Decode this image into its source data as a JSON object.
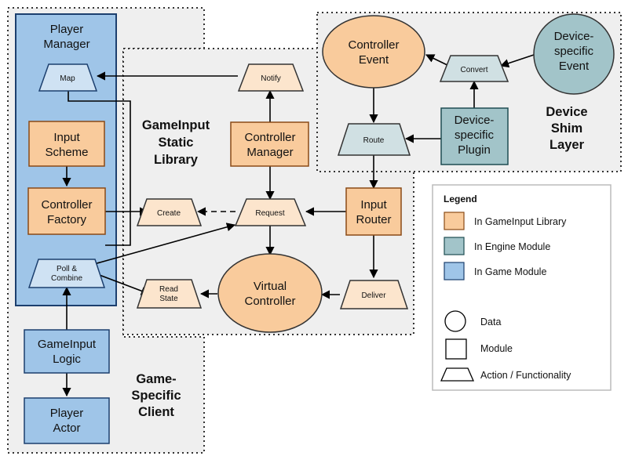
{
  "regions": {
    "game_client": [
      "Game-",
      "Specific",
      "Client"
    ],
    "static_lib": [
      "GameInput",
      "Static",
      "Library"
    ],
    "device_shim": [
      "Device",
      "Shim",
      "Layer"
    ]
  },
  "modules": {
    "player_manager": [
      "Player",
      "Manager"
    ],
    "input_scheme": [
      "Input",
      "Scheme"
    ],
    "controller_factory": [
      "Controller",
      "Factory"
    ],
    "gameinput_logic": [
      "GameInput",
      "Logic"
    ],
    "player_actor": [
      "Player",
      "Actor"
    ],
    "controller_manager": [
      "Controller",
      "Manager"
    ],
    "input_router": [
      "Input",
      "Router"
    ],
    "device_plugin": [
      "Device-",
      "specific",
      "Plugin"
    ]
  },
  "data_nodes": {
    "controller_event": [
      "Controller",
      "Event"
    ],
    "device_event": [
      "Device-",
      "specific",
      "Event"
    ],
    "virtual_controller": [
      "Virtual",
      "Controller"
    ]
  },
  "actions": {
    "map": [
      "Map"
    ],
    "notify": [
      "Notify"
    ],
    "create": [
      "Create"
    ],
    "request": [
      "Request"
    ],
    "poll_combine": [
      "Poll &",
      "Combine"
    ],
    "read_state": [
      "Read",
      "State"
    ],
    "deliver": [
      "Deliver"
    ],
    "convert": [
      "Convert"
    ],
    "route": [
      "Route"
    ]
  },
  "legend": {
    "title": "Legend",
    "items": [
      {
        "label": "In GameInput Library",
        "color": "#f9cb9c"
      },
      {
        "label": "In Engine Module",
        "color": "#a2c4c9"
      },
      {
        "label": "In Game Module",
        "color": "#9fc5e8"
      }
    ],
    "shapes": [
      {
        "label": "Data",
        "shape": "circle"
      },
      {
        "label": "Module",
        "shape": "square"
      },
      {
        "label": "Action / Functionality",
        "shape": "trapezoid"
      }
    ]
  },
  "colors": {
    "library": "#f9cb9c",
    "library_light": "#fce5cd",
    "engine": "#a2c4c9",
    "engine_light": "#d0e0e3",
    "game": "#9fc5e8",
    "game_light": "#cfe2f3",
    "region_bg": "#efefef"
  }
}
